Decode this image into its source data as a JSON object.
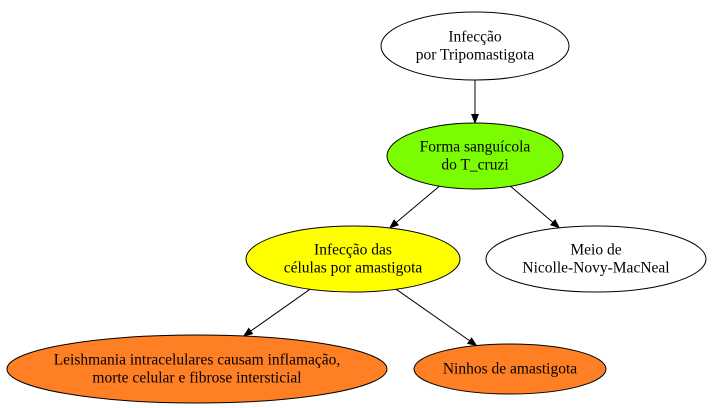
{
  "diagram": {
    "nodes": [
      {
        "id": "infeccao-tripomastigota",
        "lines": [
          "Infecção",
          "por Tripomastigota"
        ],
        "fill": "#ffffff"
      },
      {
        "id": "forma-sanguicola",
        "lines": [
          "Forma sanguícola",
          "do T_cruzi"
        ],
        "fill": "#7cfc00"
      },
      {
        "id": "infeccao-celulas",
        "lines": [
          "Infecção das",
          "células por amastigota"
        ],
        "fill": "#ffff00"
      },
      {
        "id": "meio-nnn",
        "lines": [
          "Meio de",
          "Nicolle-Novy-MacNeal"
        ],
        "fill": "#ffffff"
      },
      {
        "id": "leishmania-intracelulares",
        "lines": [
          "Leishmania intracelulares causam inflamação,",
          "morte celular e fibrose intersticial"
        ],
        "fill": "#ff7f24"
      },
      {
        "id": "ninhos-amastigota",
        "lines": [
          "Ninhos de amastigota"
        ],
        "fill": "#ff7f24"
      }
    ],
    "edges": [
      {
        "from": "infeccao-tripomastigota",
        "to": "forma-sanguicola"
      },
      {
        "from": "forma-sanguicola",
        "to": "infeccao-celulas"
      },
      {
        "from": "forma-sanguicola",
        "to": "meio-nnn"
      },
      {
        "from": "infeccao-celulas",
        "to": "leishmania-intracelulares"
      },
      {
        "from": "infeccao-celulas",
        "to": "ninhos-amastigota"
      }
    ]
  }
}
